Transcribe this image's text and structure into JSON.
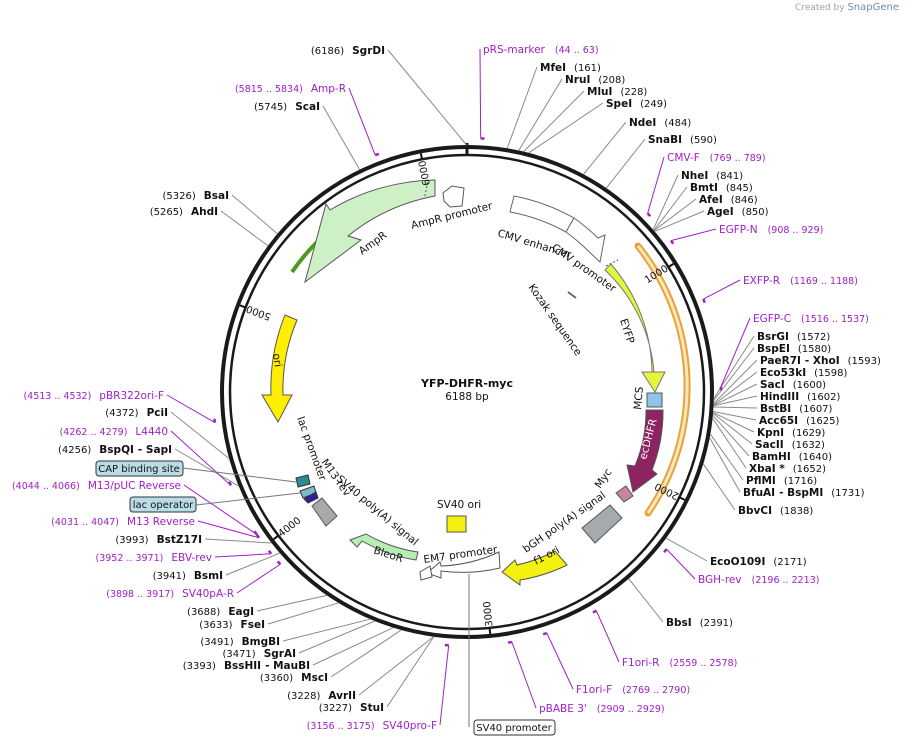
{
  "brand": {
    "prefix": "Created by",
    "name": "SnapGene"
  },
  "plasmid": {
    "name": "YFP-DHFR-myc",
    "length": "6188 bp",
    "total_bp": 6188
  },
  "ticks": [
    {
      "label": "1000",
      "bp": 1000
    },
    {
      "label": "2000",
      "bp": 2000
    },
    {
      "label": "3000",
      "bp": 3000
    },
    {
      "label": "4000",
      "bp": 4000
    },
    {
      "label": "5000",
      "bp": 5000
    },
    {
      "label": "6000",
      "bp": 6000
    }
  ],
  "enzymes": [
    {
      "name": "SgrDI",
      "pos": "(6186)",
      "bp": 6186,
      "side": "left"
    },
    {
      "name": "MfeI",
      "pos": "(161)",
      "bp": 161,
      "side": "right"
    },
    {
      "name": "NruI",
      "pos": "(208)",
      "bp": 208,
      "side": "right"
    },
    {
      "name": "MluI",
      "pos": "(228)",
      "bp": 228,
      "side": "right"
    },
    {
      "name": "SpeI",
      "pos": "(249)",
      "bp": 249,
      "side": "right"
    },
    {
      "name": "NdeI",
      "pos": "(484)",
      "bp": 484,
      "side": "right"
    },
    {
      "name": "SnaBI",
      "pos": "(590)",
      "bp": 590,
      "side": "right"
    },
    {
      "name": "NheI",
      "pos": "(841)",
      "bp": 841,
      "side": "right"
    },
    {
      "name": "BmtI",
      "pos": "(845)",
      "bp": 845,
      "side": "right"
    },
    {
      "name": "AfeI",
      "pos": "(846)",
      "bp": 846,
      "side": "right"
    },
    {
      "name": "AgeI",
      "pos": "(850)",
      "bp": 850,
      "side": "right"
    },
    {
      "name": "BsrGI",
      "pos": "(1572)",
      "bp": 1572,
      "side": "right"
    },
    {
      "name": "BspEI",
      "pos": "(1580)",
      "bp": 1580,
      "side": "right"
    },
    {
      "name": "PaeR7I",
      "name2": "- XhoI",
      "pos": "(1593)",
      "bp": 1593,
      "side": "right"
    },
    {
      "name": "Eco53kI",
      "pos": "(1598)",
      "bp": 1598,
      "side": "right"
    },
    {
      "name": "SacI",
      "pos": "(1600)",
      "bp": 1600,
      "side": "right"
    },
    {
      "name": "HindIII",
      "pos": "(1602)",
      "bp": 1602,
      "side": "right"
    },
    {
      "name": "BstBI",
      "pos": "(1607)",
      "bp": 1607,
      "side": "right"
    },
    {
      "name": "Acc65I",
      "pos": "(1625)",
      "bp": 1625,
      "side": "right"
    },
    {
      "name": "KpnI",
      "pos": "(1629)",
      "bp": 1629,
      "side": "right"
    },
    {
      "name": "SacII",
      "pos": "(1632)",
      "bp": 1632,
      "side": "right"
    },
    {
      "name": "BamHI",
      "pos": "(1640)",
      "bp": 1640,
      "side": "right"
    },
    {
      "name": "XbaI *",
      "pos": "(1652)",
      "bp": 1652,
      "side": "right"
    },
    {
      "name": "PflMI",
      "pos": "(1716)",
      "bp": 1716,
      "side": "right"
    },
    {
      "name": "BfuAI",
      "name2": "- BspMI",
      "pos": "(1731)",
      "bp": 1731,
      "side": "right"
    },
    {
      "name": "BbvCI",
      "pos": "(1838)",
      "bp": 1838,
      "side": "right"
    },
    {
      "name": "EcoO109I",
      "pos": "(2171)",
      "bp": 2171,
      "side": "right"
    },
    {
      "name": "BbsI",
      "pos": "(2391)",
      "bp": 2391,
      "side": "right"
    },
    {
      "name": "StuI",
      "pos": "(3227)",
      "bp": 3227,
      "side": "left"
    },
    {
      "name": "AvrII",
      "pos": "(3228)",
      "bp": 3228,
      "side": "left"
    },
    {
      "name": "MscI",
      "pos": "(3360)",
      "bp": 3360,
      "side": "left"
    },
    {
      "name": "BssHII",
      "name2": "- MauBI",
      "pos": "(3393)",
      "bp": 3393,
      "side": "left"
    },
    {
      "name": "SgrAI",
      "pos": "(3471)",
      "bp": 3471,
      "side": "left"
    },
    {
      "name": "BmgBI",
      "pos": "(3491)",
      "bp": 3491,
      "side": "left"
    },
    {
      "name": "FseI",
      "pos": "(3633)",
      "bp": 3633,
      "side": "left"
    },
    {
      "name": "EagI",
      "pos": "(3688)",
      "bp": 3688,
      "side": "left"
    },
    {
      "name": "BsmI",
      "pos": "(3941)",
      "bp": 3941,
      "side": "left"
    },
    {
      "name": "BstZ17I",
      "pos": "(3993)",
      "bp": 3993,
      "side": "left"
    },
    {
      "name": "BspQI",
      "name2": "- SapI",
      "pos": "(4256)",
      "bp": 4256,
      "side": "left"
    },
    {
      "name": "PciI",
      "pos": "(4372)",
      "bp": 4372,
      "side": "left"
    },
    {
      "name": "AhdI",
      "pos": "(5265)",
      "bp": 5265,
      "side": "left"
    },
    {
      "name": "BsaI",
      "pos": "(5326)",
      "bp": 5326,
      "side": "left"
    },
    {
      "name": "ScaI",
      "pos": "(5745)",
      "bp": 5745,
      "side": "left"
    }
  ],
  "primers": [
    {
      "name": "pRS-marker",
      "range": "(44 .. 63)",
      "bp": 53,
      "side": "right"
    },
    {
      "name": "CMV-F",
      "range": "(769 .. 789)",
      "bp": 779,
      "side": "right"
    },
    {
      "name": "EGFP-N",
      "range": "(908 .. 929)",
      "bp": 918,
      "side": "right"
    },
    {
      "name": "EXFP-R",
      "range": "(1169 .. 1188)",
      "bp": 1178,
      "side": "right"
    },
    {
      "name": "EGFP-C",
      "range": "(1516 .. 1537)",
      "bp": 1526,
      "side": "right"
    },
    {
      "name": "BGH-rev",
      "range": "(2196 .. 2213)",
      "bp": 2204,
      "side": "right"
    },
    {
      "name": "F1ori-R",
      "range": "(2559 .. 2578)",
      "bp": 2568,
      "side": "right"
    },
    {
      "name": "F1ori-F",
      "range": "(2769 .. 2790)",
      "bp": 2779,
      "side": "right"
    },
    {
      "name": "pBABE 3'",
      "range": "(2909 .. 2929)",
      "bp": 2919,
      "side": "right"
    },
    {
      "name": "SV40pro-F",
      "range": "(3156 .. 3175)",
      "bp": 3165,
      "side": "left"
    },
    {
      "name": "SV40pA-R",
      "range": "(3898 .. 3917)",
      "bp": 3907,
      "side": "left"
    },
    {
      "name": "EBV-rev",
      "range": "(3952 .. 3971)",
      "bp": 3961,
      "side": "left"
    },
    {
      "name": "M13 Reverse",
      "range": "(4031 .. 4047)",
      "bp": 4039,
      "side": "left"
    },
    {
      "name": "M13/pUC Reverse",
      "range": "(4044 .. 4066)",
      "bp": 4055,
      "side": "left"
    },
    {
      "name": "L4440",
      "range": "(4262 .. 4279)",
      "bp": 4270,
      "side": "left"
    },
    {
      "name": "pBR322ori-F",
      "range": "(4513 .. 4532)",
      "bp": 4522,
      "side": "left"
    },
    {
      "name": "Amp-R",
      "range": "(5815 .. 5834)",
      "bp": 5824,
      "side": "left"
    }
  ],
  "boxed_labels": [
    {
      "name": "CAP binding site"
    },
    {
      "name": "lac operator"
    },
    {
      "name": "SV40 promoter"
    }
  ],
  "features": [
    {
      "label": "CMV enhancer"
    },
    {
      "label": "CMV promoter"
    },
    {
      "label": "Kozak sequence"
    },
    {
      "label": "EYFP"
    },
    {
      "label": "MCS"
    },
    {
      "label": "ecDHFR"
    },
    {
      "label": "Myc"
    },
    {
      "label": "bGH poly(A) signal"
    },
    {
      "label": "f1 ori"
    },
    {
      "label": "SV40 ori"
    },
    {
      "label": "EM7 promoter"
    },
    {
      "label": "BleoR"
    },
    {
      "label": "SV40 poly(A) signal"
    },
    {
      "label": "M13 rev"
    },
    {
      "label": "lac promoter"
    },
    {
      "label": "ori"
    },
    {
      "label": "AmpR"
    },
    {
      "label": "AmpR promoter"
    }
  ],
  "colors": {
    "backbone": "#1a1a1a",
    "primer": "#a020c8",
    "eyfp": "#e4f53b",
    "ecdhfr": "#8c2460",
    "ori": "#ffee00",
    "ampr": "#cdf0c6",
    "bleor": "#b7ecb4",
    "f1ori": "#f4f010",
    "selection": "#e8a23a"
  }
}
